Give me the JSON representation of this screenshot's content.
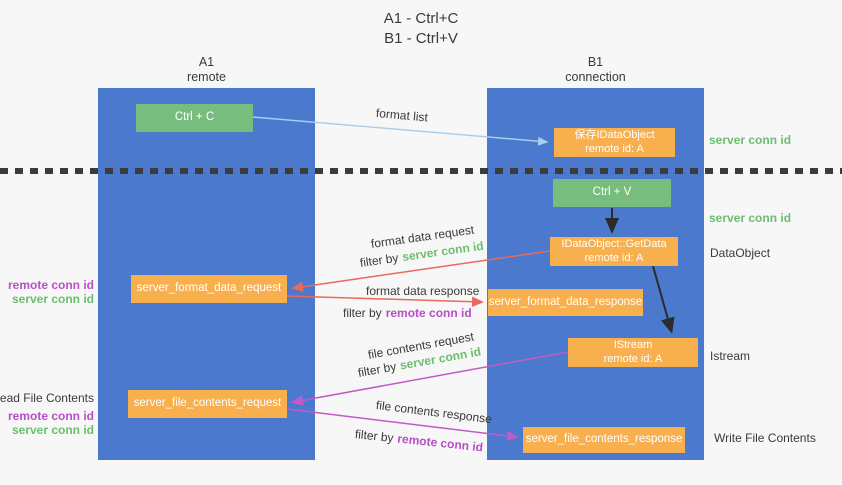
{
  "title": {
    "line1": "A1 - Ctrl+C",
    "line2": "B1 - Ctrl+V"
  },
  "lanes": {
    "left": {
      "name": "A1",
      "role": "remote"
    },
    "right": {
      "name": "B1",
      "role": "connection"
    }
  },
  "nodes": {
    "ctrl_c": {
      "label": "Ctrl + C"
    },
    "save_dataobject": {
      "line1": "保存IDataObject",
      "line2": "remote id: A"
    },
    "ctrl_v": {
      "label": "Ctrl + V"
    },
    "getdata": {
      "line1": "IDataObject::GetData",
      "line2": "remote id: A"
    },
    "format_request": {
      "label": "server_format_data_request"
    },
    "format_response": {
      "label": "server_format_data_response"
    },
    "istream": {
      "line1": "IStream",
      "line2": "remote id: A"
    },
    "file_request": {
      "label": "server_file_contents_request"
    },
    "file_response": {
      "label": "server_file_contents_response"
    }
  },
  "arrow_labels": {
    "format_list": "format list",
    "format_data_request": "format data request",
    "format_data_response": "format data response",
    "file_contents_request": "file contents request",
    "file_contents_response": "file contents response",
    "filter_by": "filter by",
    "server_conn_id": "server conn id",
    "remote_conn_id": "remote conn id"
  },
  "side_labels": {
    "server_conn_id_top": "server conn id",
    "server_conn_id_mid": "server conn id",
    "dataobject": "DataObject",
    "istream": "Istream",
    "write_file_contents": "Write File Contents",
    "read_file_contents": "Read File Contents",
    "remote_conn_id_upper": "remote conn id",
    "server_conn_id_upper": "server conn id",
    "remote_conn_id_lower": "remote conn id",
    "server_conn_id_lower": "server conn id"
  },
  "colors": {
    "lane_blue": "#4a79ce",
    "box_green": "#77be7e",
    "box_orange": "#f8af4d",
    "arrow_blue": "#a9ceec",
    "arrow_red": "#e8695c",
    "arrow_magenta": "#c05bc6",
    "arrow_black": "#2b2b2b",
    "text_green": "#6cbe6e",
    "text_magenta": "#b84fc4",
    "background": "#f7f7f7"
  }
}
